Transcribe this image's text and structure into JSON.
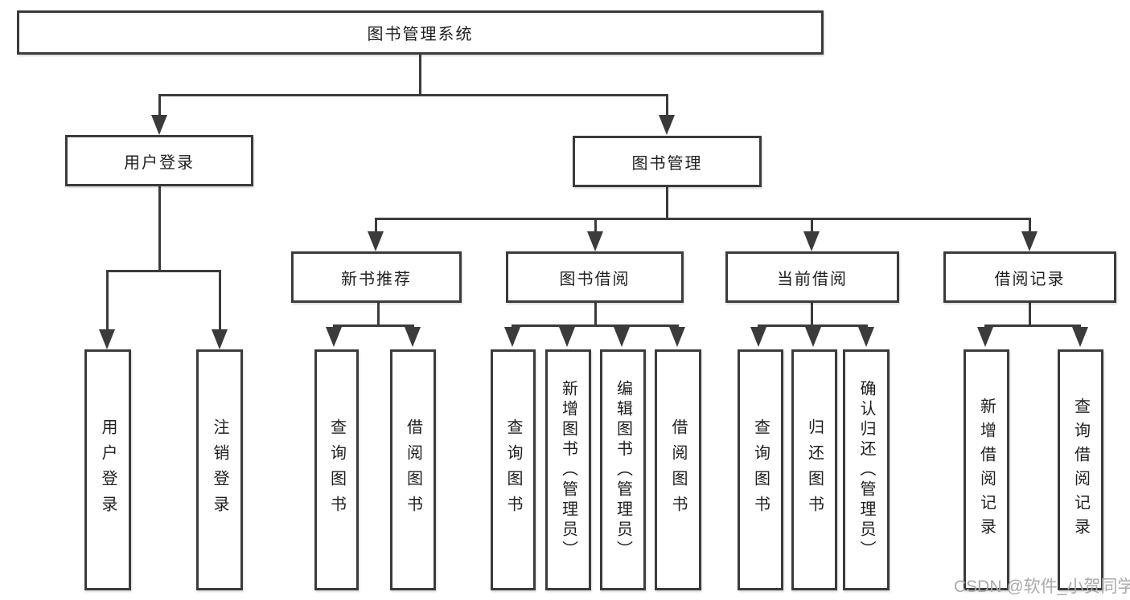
{
  "diagram_type": "hierarchy-org-chart",
  "tree": {
    "label": "图书管理系统",
    "children": [
      {
        "label": "用户登录",
        "children": [
          {
            "label": "用户登录"
          },
          {
            "label": "注销登录"
          }
        ]
      },
      {
        "label": "图书管理",
        "children": [
          {
            "label": "新书推荐",
            "children": [
              {
                "label": "查询图书"
              },
              {
                "label": "借阅图书"
              }
            ]
          },
          {
            "label": "图书借阅",
            "children": [
              {
                "label": "查询图书"
              },
              {
                "label": "新增图书（管理员）"
              },
              {
                "label": "编辑图书（管理员）"
              },
              {
                "label": "借阅图书"
              }
            ]
          },
          {
            "label": "当前借阅",
            "children": [
              {
                "label": "查询图书"
              },
              {
                "label": "归还图书"
              },
              {
                "label": "确认归还（管理员）"
              }
            ]
          },
          {
            "label": "借阅记录",
            "children": [
              {
                "label": "新增借阅记录"
              },
              {
                "label": "查询借阅记录"
              }
            ]
          }
        ]
      }
    ]
  },
  "watermark": {
    "text": "CSDN @软件_小贺同学"
  },
  "colors": {
    "line": "#3b3b3b",
    "box_border": "#3b3b3b",
    "text": "#1f1f1f",
    "watermark": "#aaaaaa",
    "background": "#ffffff"
  }
}
